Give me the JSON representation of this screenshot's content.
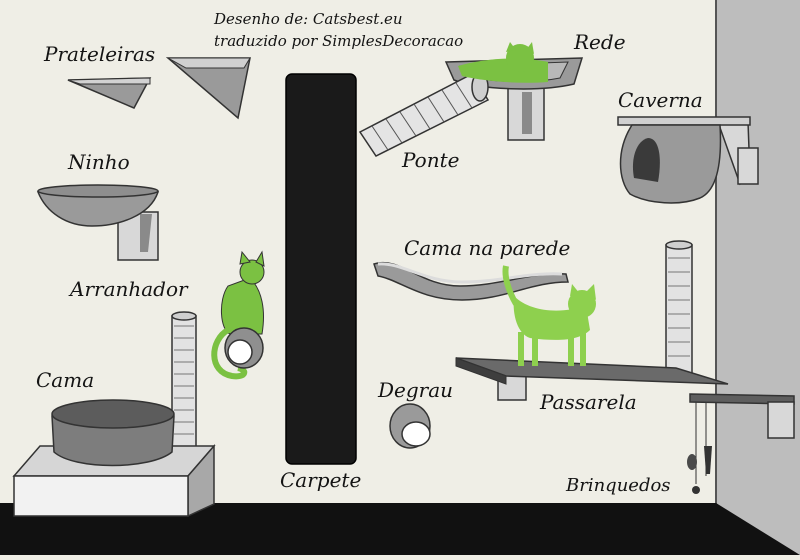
{
  "credit": {
    "line1": "Desenho de: Catsbest.eu",
    "line2": "traduzido por SimplesDecoracao"
  },
  "labels": {
    "prateleiras": "Prateleiras",
    "rede": "Rede",
    "caverna": "Caverna",
    "ninho": "Ninho",
    "ponte": "Ponte",
    "cama_na_parede": "Cama na parede",
    "arranhador": "Arranhador",
    "cama": "Cama",
    "degrau": "Degrau",
    "passarela": "Passarela",
    "carpete": "Carpete",
    "brinquedos": "Brinquedos"
  },
  "colors": {
    "wall": "#efeee6",
    "side_wall": "#bdbdbd",
    "floor": "#111111",
    "furniture_gray": "#9a9a9a",
    "cat_green": "#7bc142",
    "carpet": "#1a1a1a"
  }
}
